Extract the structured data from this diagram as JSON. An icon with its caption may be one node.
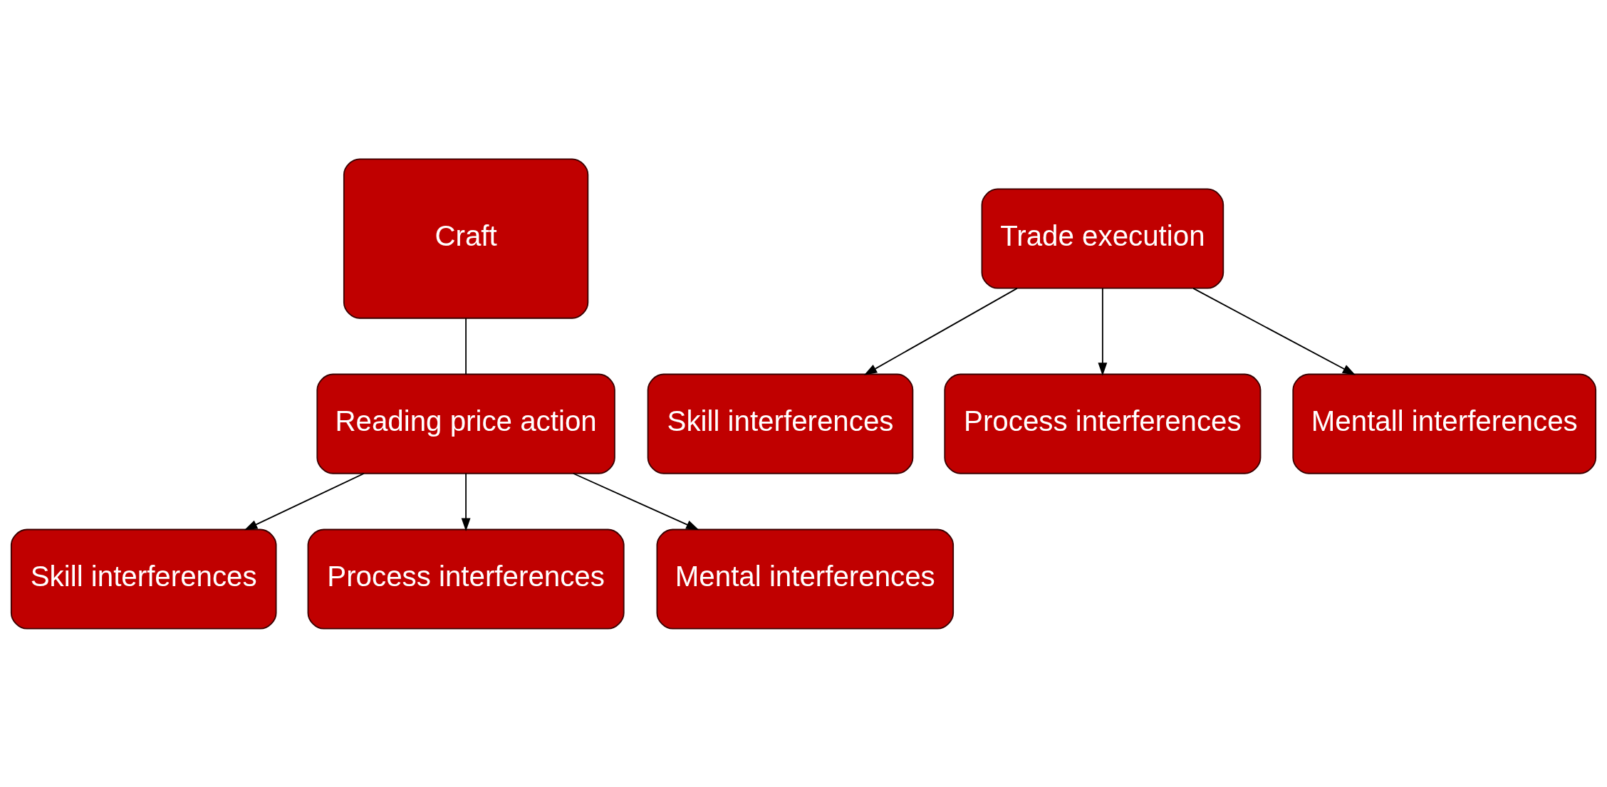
{
  "diagram": {
    "nodes": [
      {
        "text": [
          "Craft"
        ]
      },
      {
        "text": [
          "Reading price action"
        ]
      },
      {
        "text": [
          "Trade execution"
        ]
      },
      {
        "text": [
          "Skill interferences"
        ]
      },
      {
        "text": [
          "Process interferences"
        ]
      },
      {
        "text": [
          "Mental interferences"
        ]
      },
      {
        "text": [
          "Skill interferences"
        ]
      },
      {
        "text": [
          "Process interferences"
        ]
      },
      {
        "text": [
          "Mentall interferences"
        ]
      }
    ],
    "edges": [
      {
        "from": 0,
        "to": 1,
        "arrow": "none"
      },
      {
        "from": 1,
        "to": 3,
        "arrow": "to"
      },
      {
        "from": 1,
        "to": 4,
        "arrow": "to"
      },
      {
        "from": 1,
        "to": 5,
        "arrow": "to"
      },
      {
        "from": 2,
        "to": 6,
        "arrow": "to"
      },
      {
        "from": 2,
        "to": 7,
        "arrow": "to"
      },
      {
        "from": 2,
        "to": 8,
        "arrow": "to"
      }
    ]
  }
}
